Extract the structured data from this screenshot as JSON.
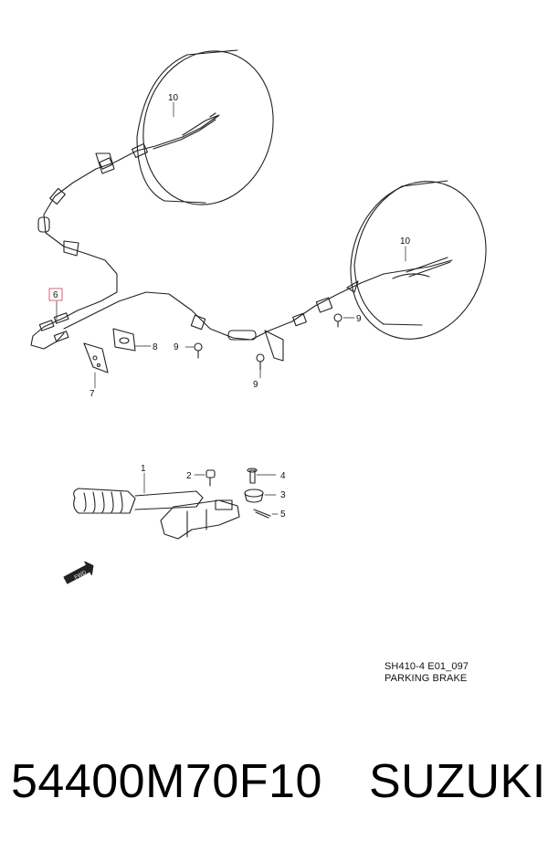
{
  "diagram": {
    "callouts": {
      "left_tire": "10",
      "right_tire": "10",
      "cable_left_highlight": "6",
      "lever": "1",
      "bolt": "2",
      "boot": "3",
      "pin": "4",
      "cotter": "5",
      "bracket": "7",
      "grommet": "8",
      "bolt_a": "9",
      "bolt_b": "9",
      "bolt_c": "9"
    },
    "fwd_label": "FWD",
    "code": "SH410-4 E01_097",
    "caption": "PARKING BRAKE",
    "highlight_color": "#e06070"
  },
  "footer": {
    "part_number": "54400M70F10",
    "brand": "SUZUKI"
  }
}
